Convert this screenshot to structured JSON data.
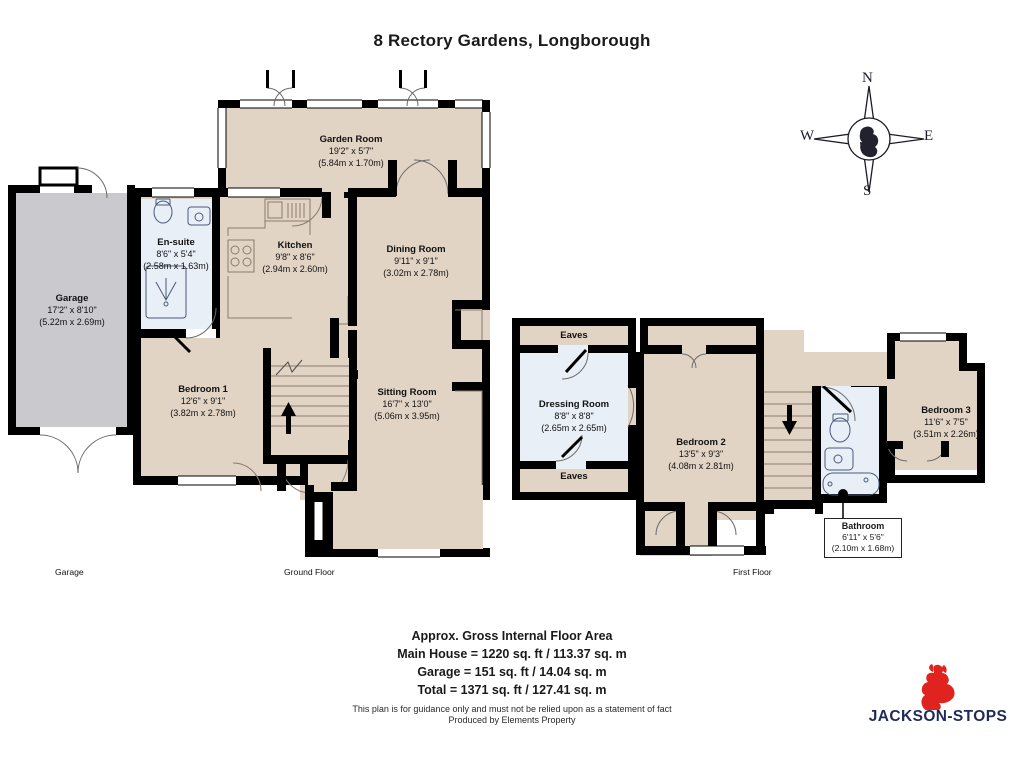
{
  "title": "8 Rectory Gardens, Longborough",
  "colors": {
    "wall": "#000000",
    "room_fill": "#e2d4c5",
    "bath_fill": "#e9eff7",
    "garage_fill": "#c9c9ce",
    "outline": "#8a7a6c",
    "logo_red": "#e0231f",
    "logo_navy": "#1f2a5a"
  },
  "compass": {
    "north": "N",
    "east": "E",
    "south": "S",
    "west": "W"
  },
  "floor_captions": {
    "garage": "Garage",
    "ground": "Ground Floor",
    "first": "First Floor"
  },
  "rooms": {
    "garage": {
      "name": "Garage",
      "imperial": "17'2\" x 8'10\"",
      "metric": "(5.22m x 2.69m)"
    },
    "ensuite": {
      "name": "En-suite",
      "imperial": "8'6\" x 5'4\"",
      "metric": "(2.58m x 1.63m)"
    },
    "garden_room": {
      "name": "Garden Room",
      "imperial": "19'2\" x 5'7\"",
      "metric": "(5.84m x 1.70m)"
    },
    "kitchen": {
      "name": "Kitchen",
      "imperial": "9'8\" x 8'6\"",
      "metric": "(2.94m x 2.60m)"
    },
    "dining_room": {
      "name": "Dining Room",
      "imperial": "9'11\" x 9'1\"",
      "metric": "(3.02m x 2.78m)"
    },
    "bedroom1": {
      "name": "Bedroom 1",
      "imperial": "12'6\" x 9'1\"",
      "metric": "(3.82m x 2.78m)"
    },
    "sitting_room": {
      "name": "Sitting Room",
      "imperial": "16'7\" x 13'0\"",
      "metric": "(5.06m x 3.95m)"
    },
    "dressing_room": {
      "name": "Dressing Room",
      "imperial": "8'8\" x 8'8\"",
      "metric": "(2.65m x 2.65m)"
    },
    "bedroom2": {
      "name": "Bedroom 2",
      "imperial": "13'5\" x 9'3\"",
      "metric": "(4.08m x 2.81m)"
    },
    "bedroom3": {
      "name": "Bedroom 3",
      "imperial": "11'6\" x 7'5\"",
      "metric": "(3.51m x 2.26m)"
    },
    "bathroom": {
      "name": "Bathroom",
      "imperial": "6'11\" x 5'6\"",
      "metric": "(2.10m x 1.68m)"
    }
  },
  "eaves": {
    "top": "Eaves",
    "bottom": "Eaves"
  },
  "footer": {
    "line1": "Approx. Gross Internal Floor Area",
    "line2": "Main House = 1220 sq. ft / 113.37 sq. m",
    "line3": "Garage = 151 sq. ft / 14.04 sq. m",
    "line4": "Total = 1371 sq. ft / 127.41 sq. m",
    "disclaimer": "This plan is for guidance only and must not be relied upon as a statement of fact",
    "producer": "Produced by Elements Property"
  },
  "logo": {
    "text": "JACKSON-STOPS"
  }
}
